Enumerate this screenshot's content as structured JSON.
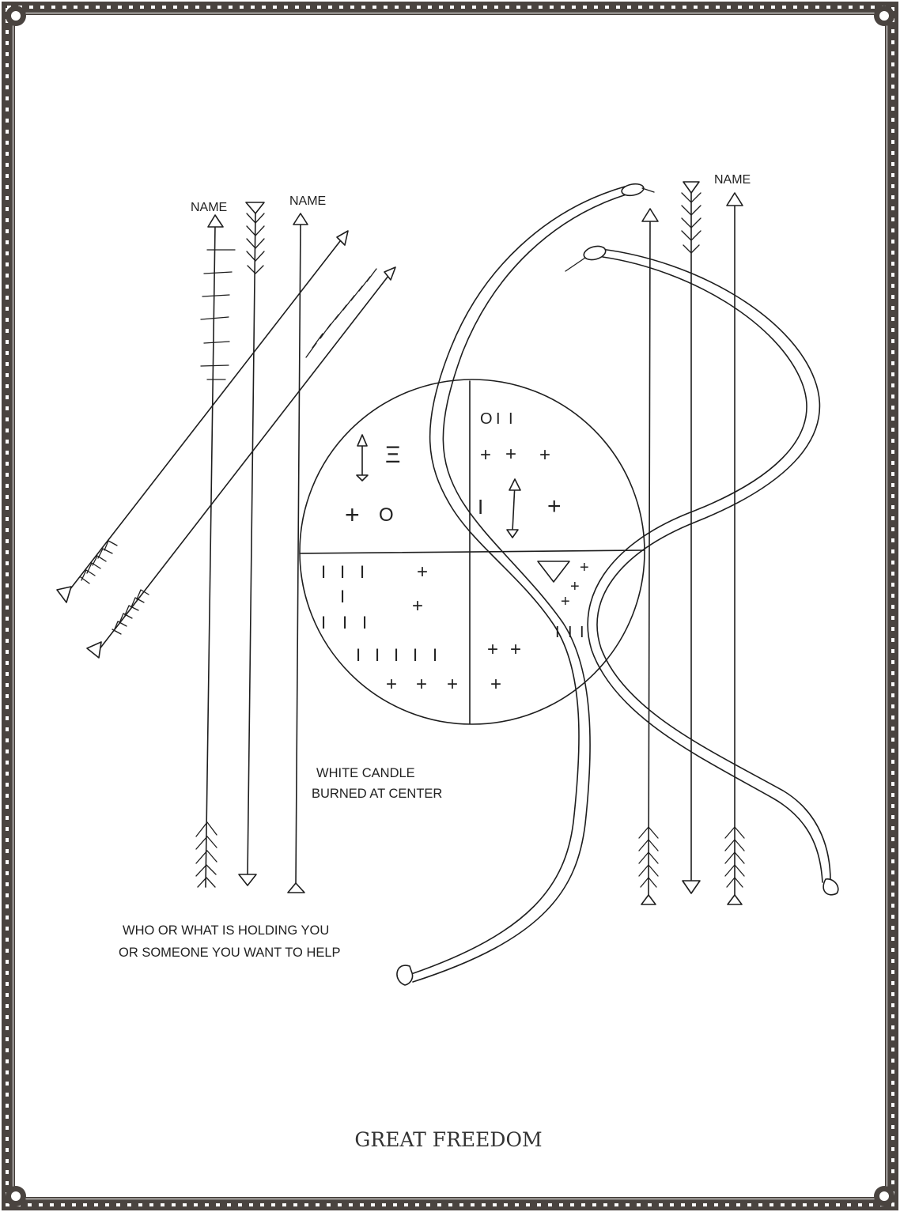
{
  "colors": {
    "ink": "#1e1e1e",
    "border": "#4a4440",
    "paper": "#ffffff"
  },
  "labels": {
    "name_1": "NAME",
    "name_2": "NAME",
    "name_3": "NAME",
    "candle_line_1": "WHITE CANDLE",
    "candle_line_2": "BURNED AT CENTER",
    "holding_line_1": "WHO OR WHAT IS HOLDING YOU",
    "holding_line_2": "OR SOMEONE YOU WANT TO HELP",
    "title": "GREAT FREEDOM"
  },
  "quadrant_marks": {
    "upper_left": [
      "Ξ",
      "+",
      "O"
    ],
    "upper_right": [
      "O",
      "I",
      "I",
      "+",
      "+",
      "+",
      "I",
      "+"
    ],
    "lower_left": [
      "I",
      "I",
      "I",
      "+",
      "I",
      "+",
      "I",
      "I",
      "I",
      "I",
      "I",
      "I",
      "I",
      "I",
      "+",
      "+",
      "+"
    ],
    "lower_right": [
      "+",
      "+",
      "+",
      "I",
      "I",
      "I",
      "+",
      "+",
      "+"
    ]
  },
  "icons": [
    "arrow-icon",
    "serpent-icon",
    "circle-quadrant-icon",
    "border-ornament-icon"
  ]
}
